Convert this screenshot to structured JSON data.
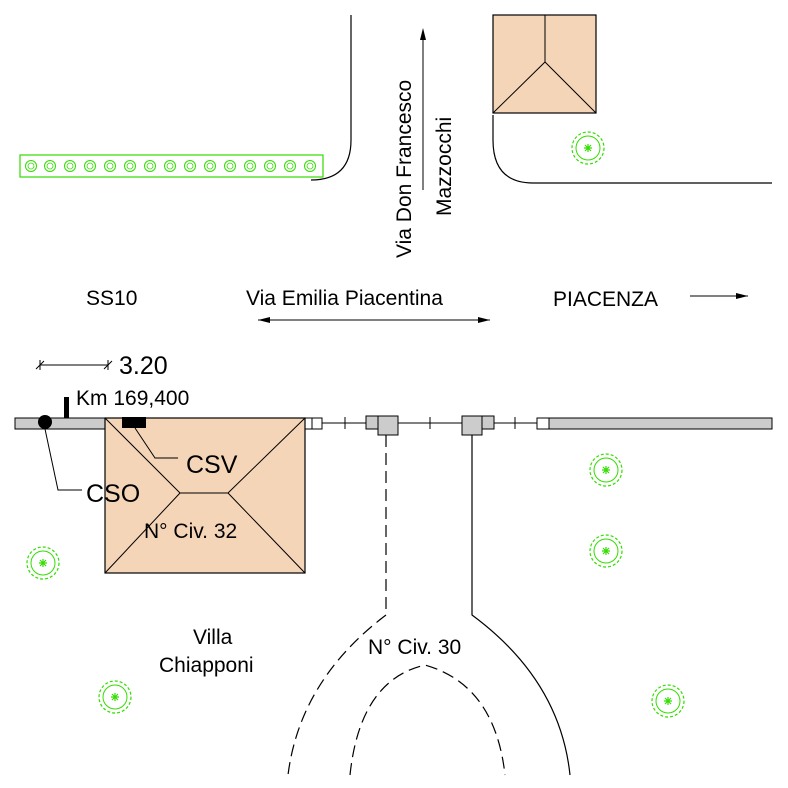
{
  "labels": {
    "street_north": "Via Don Francesco",
    "street_north_2": "Mazzocchi",
    "road_code": "SS10",
    "road_name": "Via Emilia Piacentina",
    "direction": "PIACENZA",
    "distance": "3.20",
    "km_marker": "Km 169,400",
    "csv": "CSV",
    "cso": "CSO",
    "civ_32": "N° Civ. 32",
    "villa_line1": "Villa",
    "villa_line2": "Chiapponi",
    "civ_30": "N° Civ. 30"
  },
  "colors": {
    "building_fill": "#f5d5b8",
    "hedge_green": "#33dd00",
    "wall_grey": "#cccccc",
    "line": "#000000"
  },
  "icons": {
    "tree": "tree-symbol-icon",
    "hedge": "hedge-row-icon",
    "arrow": "direction-arrow-icon"
  }
}
